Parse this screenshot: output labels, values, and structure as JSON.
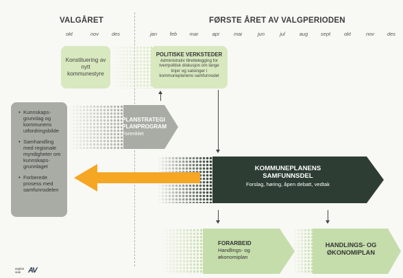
{
  "header": {
    "left_title": "VALGÅRET",
    "right_title": "FØRSTE ÅRET AV VALGPERIODEN"
  },
  "months_left": [
    "okt",
    "nov",
    "des"
  ],
  "months_right": [
    "jan",
    "feb",
    "mar",
    "apr",
    "mai",
    "jun",
    "jul",
    "aug",
    "sept",
    "okt",
    "nov",
    "des"
  ],
  "boxes": {
    "konstituering": "Konstituering av nytt kommunestyre",
    "politiske_title": "POLITISKE VERKSTEDER",
    "politiske_body": "Administrativ tilrettelegging for tverrpolitisk diskusjon om lange linjer og satsinger i kommuneplanens samfunnsdel",
    "planstrategi_title": "PLANSTRATEGI PLANPROGRAM",
    "planstrategi_body": "Forenklet",
    "samfunnsdel_title": "KOMMUNEPLANENS SAMFUNNSDEL",
    "samfunnsdel_body": "Forslag, høring, åpen debatt, vedtak",
    "forarbeid_title": "FORARBEID",
    "forarbeid_body": "Handlings- og økonomiplan",
    "handlings_title": "HANDLINGS- OG ØKONOMIPLAN"
  },
  "side_list": [
    "Kunnskaps-grunnlag og kommunens utfordringsbilde",
    "Samhandling med regionale myndigheter om kunnskaps-grunnlaget",
    "Forberede prosess med samfunnsdelen"
  ],
  "logo": {
    "small_text": "asplan viak",
    "mark": "AV"
  },
  "colors": {
    "light_green": "#d8e8bf",
    "mid_green": "#c5ddab",
    "grey_box": "#a9aca4",
    "dark_green": "#2d3d33",
    "orange": "#f5a623"
  }
}
